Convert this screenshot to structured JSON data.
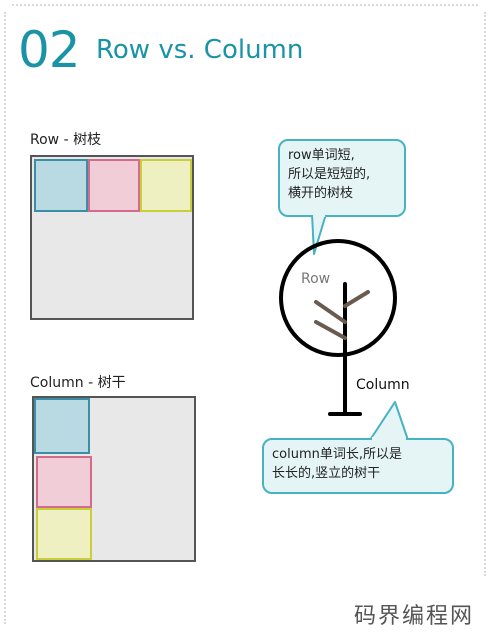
{
  "header": {
    "number": "02",
    "title": "Row vs. Column"
  },
  "row_section": {
    "label": "Row - 树枝"
  },
  "column_section": {
    "label": "Column - 树干"
  },
  "tree": {
    "row_label": "Row",
    "column_label": "Column"
  },
  "row_bubble": {
    "lines": [
      "row单词短,",
      "所以是短短的,",
      "横开的树枝"
    ]
  },
  "column_bubble": {
    "lines": [
      "column单词长,所以是",
      "长长的,竖立的树干"
    ]
  },
  "watermark": "码界编程网",
  "colors": {
    "accent": "#1a93a6",
    "blue": "#3a8ea6",
    "pink": "#d46a8c",
    "yellow": "#c8cf3a",
    "branch": "#6b5a4e"
  }
}
